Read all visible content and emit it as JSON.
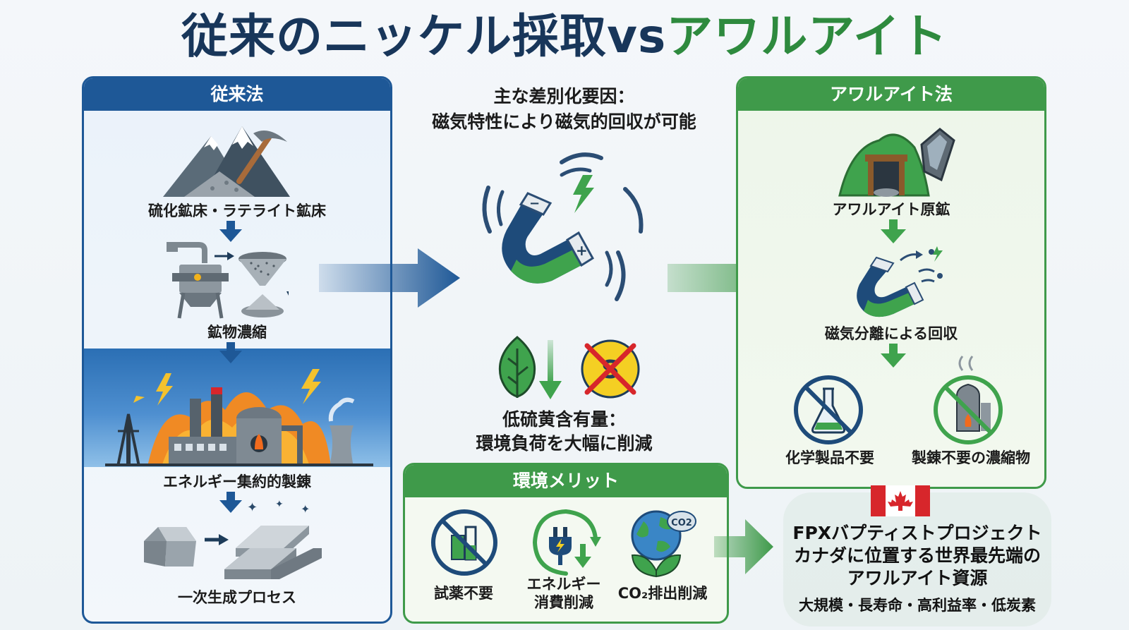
{
  "title": {
    "part1": "従来のニッケル採取vs",
    "part2": "アワルアイト"
  },
  "traditional": {
    "header": "従来法",
    "steps": [
      {
        "label": "硫化鉱床・ラテライト鉱床",
        "icon": "mountain-pickaxe-icon"
      },
      {
        "label": "鉱物濃縮",
        "icon": "concentrator-machine-icon"
      },
      {
        "label": "エネルギー集約的製錬",
        "icon": "smelter-factory-icon"
      },
      {
        "label": "一次生成プロセス",
        "icon": "metal-ingots-icon"
      }
    ]
  },
  "center": {
    "differentiator": {
      "line1": "主な差別化要因：",
      "line2": "磁気特性により磁気的回収が可能"
    },
    "magnet_signs": {
      "minus": "−",
      "plus": "+"
    },
    "sulfur_symbol": "S",
    "low_sulfur": {
      "line1": "低硫黄含有量：",
      "line2": "環境負荷を大幅に削減"
    }
  },
  "awaruite": {
    "header": "アワルアイト法",
    "steps": [
      {
        "label": "アワルアイト原鉱",
        "icon": "mine-entrance-icon"
      },
      {
        "label": "磁気分離による回収",
        "icon": "magnet-icon"
      }
    ],
    "benefits": [
      {
        "label": "化学製品不要",
        "icon": "no-chemicals-icon"
      },
      {
        "label": "製錬不要の濃縮物",
        "icon": "no-smelting-icon"
      }
    ]
  },
  "environment": {
    "header": "環境メリット",
    "items": [
      {
        "label": "試薬不要",
        "icon": "no-reagents-icon"
      },
      {
        "label_line1": "エネルギー",
        "label_line2": "消費削減",
        "icon": "energy-plug-icon"
      },
      {
        "label": "CO₂排出削減",
        "icon": "co2-globe-icon",
        "badge": "CO2"
      }
    ]
  },
  "fpx": {
    "line1": "FPXバプティストプロジェクト",
    "line2": "カナダに位置する世界最先端の",
    "line3": "アワルアイト資源",
    "sub": "大規模・長寿命・高利益率・低炭素",
    "flag": "canada-flag-icon"
  },
  "colors": {
    "navy": "#1e5897",
    "green": "#3f9a4a",
    "title_navy": "#18365a",
    "title_green": "#2e8a3e",
    "red": "#d7262b"
  }
}
